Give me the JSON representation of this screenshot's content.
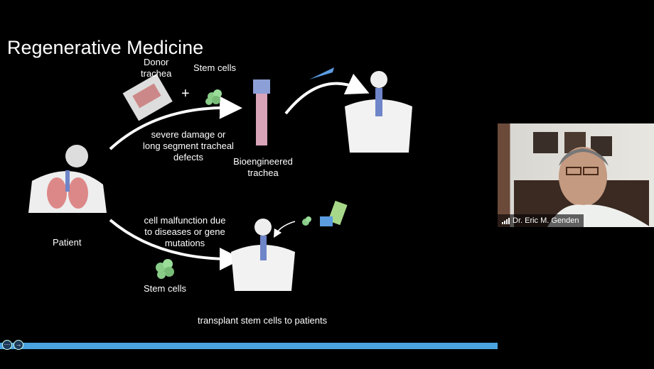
{
  "slide": {
    "title": "Regenerative Medicine",
    "labels": {
      "donor": "Donor\ntrachea",
      "stem_top": "Stem cells",
      "plus": "+",
      "damage": "severe damage or\nlong segment tracheal\ndefects",
      "bio": "Bioengineered\ntrachea",
      "patient": "Patient",
      "malfunction": "cell malfunction due\nto diseases or gene\nmutations",
      "stem_bottom": "Stem cells",
      "transplant": "transplant stem cells to patients"
    }
  },
  "controls": {
    "more_label": "···",
    "next_label": "→"
  },
  "participant": {
    "name": "Dr. Eric M. Genden"
  },
  "colors": {
    "progress": "#4aa3df"
  }
}
